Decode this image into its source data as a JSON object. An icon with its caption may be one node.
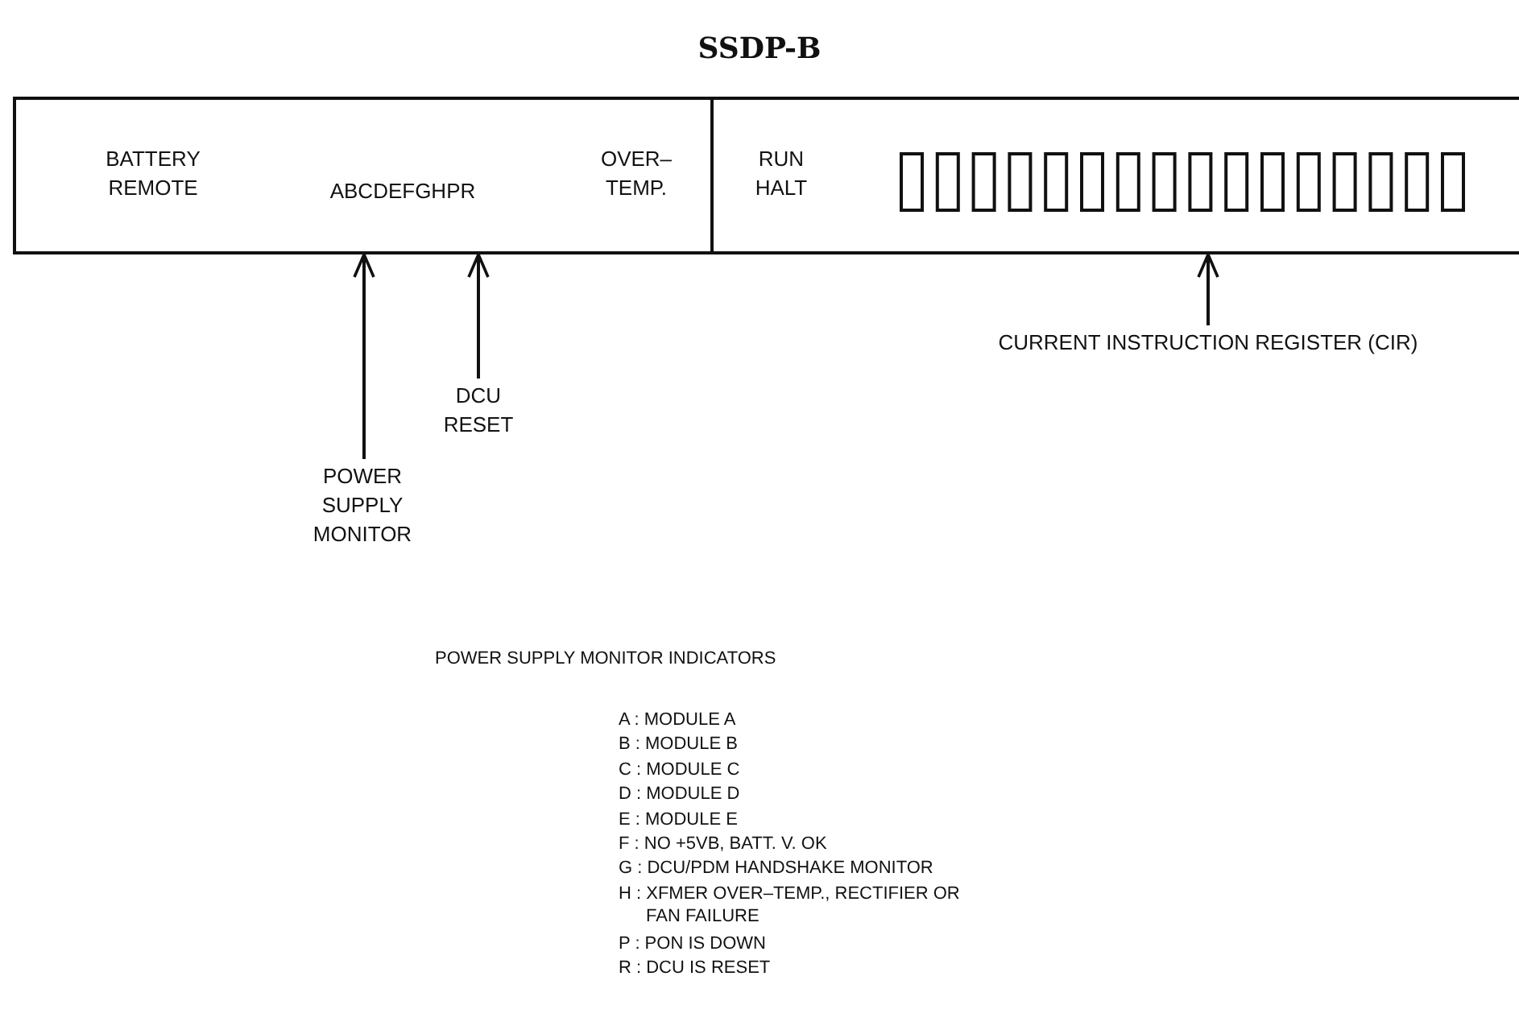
{
  "diagram": {
    "title": "SSDP-B",
    "nodes": [
      {
        "text": [
          "BATTERY REMOTE",
          "ABCDEFGHPR",
          "OVER– TEMP."
        ]
      },
      {
        "text": [
          "RUN HALT"
        ]
      },
      {
        "text": [
          "POWER SUPPLY MONITOR"
        ]
      },
      {
        "text": [
          "DCU RESET"
        ]
      },
      {
        "text": [
          "CURRENT INSTRUCTION REGISTER (CIR)"
        ]
      }
    ],
    "edges": [
      {
        "from": 2,
        "to": 0,
        "arrow": "to"
      },
      {
        "from": 3,
        "to": 0,
        "arrow": "to"
      },
      {
        "from": 4,
        "to": 1,
        "arrow": "to"
      }
    ],
    "labels": [
      "POWER SUPPLY MONITOR INDICATORS",
      "A : MODULE A",
      "B : MODULE B",
      "C : MODULE C",
      "D : MODULE D",
      "E : MODULE E",
      "F : NO +5VB, BATT. V. OK",
      "G : DCU/PDM HANDSHAKE MONITOR",
      "H : XFMER OVER–TEMP., RECTIFIER OR FAN FAILURE",
      "P : PON IS DOWN",
      "R : DCU IS RESET"
    ]
  }
}
